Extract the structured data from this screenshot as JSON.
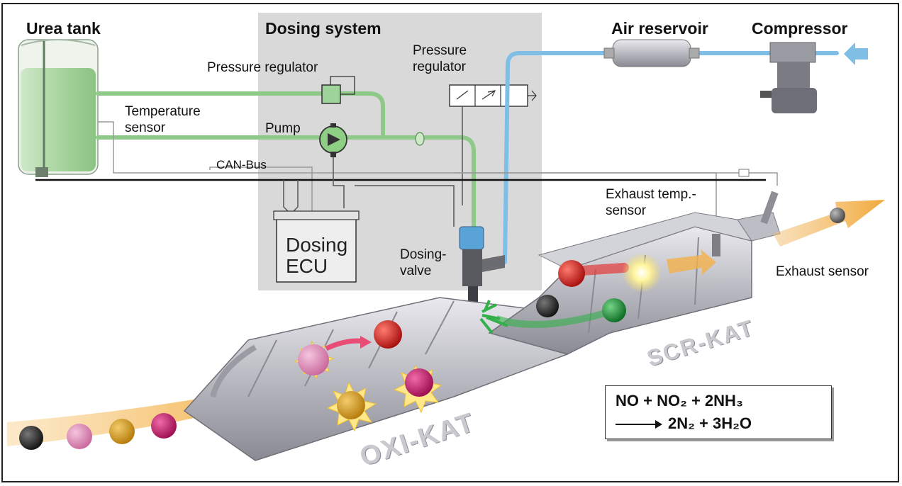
{
  "titles": {
    "urea_tank": "Urea tank",
    "dosing_system": "Dosing system",
    "air_reservoir": "Air reservoir",
    "compressor": "Compressor"
  },
  "labels": {
    "pressure_regulator_1": "Pressure regulator",
    "pressure_regulator_2": "Pressure\nregulator",
    "temperature_sensor": "Temperature\nsensor",
    "pump": "Pump",
    "can_bus": "CAN-Bus",
    "dosing_ecu": "Dosing\nECU",
    "dosing_valve": "Dosing-\nvalve",
    "exhaust_temp_sensor": "Exhaust temp.-\nsensor",
    "exhaust_sensor": "Exhaust sensor",
    "oxi_kat": "OXI-KAT",
    "scr_kat": "SCR-KAT"
  },
  "equation": {
    "line1": "NO + NO₂ + 2NH₃",
    "line2": "2N₂ + 3H₂O"
  },
  "colors": {
    "urea_line": "#8fc98a",
    "air_line": "#7fbfe6",
    "dosing_panel": "#d9d9d9",
    "exhaust_flow": "#f2b04a"
  }
}
